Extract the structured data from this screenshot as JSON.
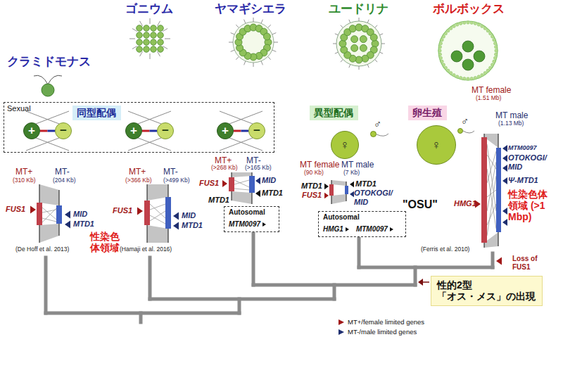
{
  "diagram": {
    "nodes": [
      {
        "text": [
          "Sexual"
        ]
      },
      {
        "text": [
          "同型配偶"
        ],
        "in": 0
      },
      {
        "text": [
          "+"
        ],
        "in": 0
      },
      {
        "text": [
          "−"
        ],
        "in": 0
      },
      {
        "text": [
          "+"
        ],
        "in": 0
      },
      {
        "text": [
          "−"
        ],
        "in": 0
      },
      {
        "text": [
          "+"
        ],
        "in": 0
      },
      {
        "text": [
          "−"
        ],
        "in": 0
      },
      {
        "text": [
          "異型配偶"
        ]
      },
      {
        "text": [
          "♀"
        ]
      },
      {
        "text": [
          "♂"
        ]
      },
      {
        "text": [
          "卵生殖"
        ]
      },
      {
        "text": [
          "♀"
        ]
      },
      {
        "text": [
          "♂"
        ]
      },
      {
        "text": [
          "Autosomal",
          "MTM0097"
        ]
      },
      {
        "text": [
          "Autosomal",
          "HMG1",
          "MTM0097"
        ]
      },
      {
        "text": [
          "性的2型",
          "「オス・メス」の出現"
        ]
      }
    ],
    "labels": [
      "クラミドモナス",
      "ゴニウム",
      "ヤマギシエラ",
      "ユードリナ",
      "ボルボックス",
      "MT+",
      "(310 Kb)",
      "MT-",
      "(204 Kb)",
      "FUS1",
      "MID",
      "MTD1",
      "性染色 体領域",
      "(De Hoff et al. 2013)",
      "MT+",
      "(>366 Kb)",
      "MT-",
      "(>499 Kb)",
      "FUS1",
      "MID",
      "MTD1",
      "(Hamaji et al. 2016)",
      "MT+",
      "(>268 Kb)",
      "MT-",
      "(>165 Kb)",
      "FUS1",
      "MID",
      "MTD1",
      "MTD1",
      "MT female",
      "(90 Kb)",
      "MT male",
      "(7 Kb)",
      "MTD1",
      "FUS1",
      "MTD1",
      "OTOKOGI/ MID",
      "\"OSU\"",
      "MT female",
      "(1.51 Mb)",
      "MT male",
      "(1.13 Mb)",
      "HMG1",
      "MTM0097",
      "OTOKOGI/ MID",
      "Ψ-MTD1",
      "性染色体 領域 (>1 Mbp)",
      "(Ferris et al. 2010)",
      "Loss of FUS1"
    ],
    "legend": [
      {
        "text": "MT+/female limited genes"
      },
      {
        "text": "MT-/male limited genes"
      }
    ]
  }
}
